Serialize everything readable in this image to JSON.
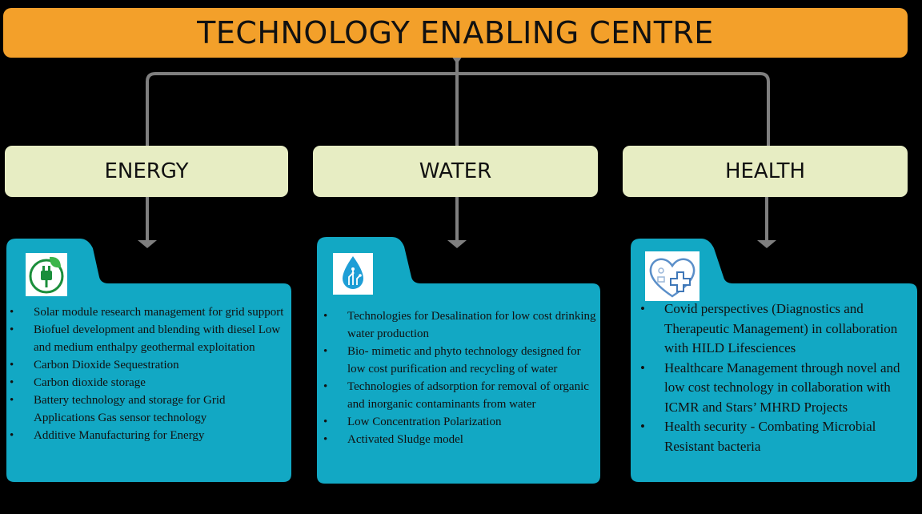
{
  "title": "TECHNOLOGY ENABLING CENTRE",
  "categories": [
    {
      "label": "ENERGY",
      "icon": "energy-plug-icon",
      "items": [
        "Solar module research management for grid support",
        "Biofuel development and blending with diesel Low and medium enthalpy geothermal exploitation",
        "Carbon Dioxide Sequestration",
        "Carbon dioxide storage",
        "Battery technology and storage for Grid Applications Gas sensor technology",
        "Additive Manufacturing for Energy"
      ]
    },
    {
      "label": "WATER",
      "icon": "water-drop-icon",
      "items": [
        "Technologies for Desalination for low cost drinking water production",
        "Bio- mimetic and phyto technology designed for low cost purification and recycling of water",
        "Technologies of adsorption for removal of organic and inorganic contaminants from water",
        "Low Concentration Polarization",
        "Activated Sludge model"
      ]
    },
    {
      "label": "HEALTH",
      "icon": "health-heart-icon",
      "items": [
        "Covid perspectives (Diagnostics and Therapeutic Management) in collaboration with HILD Lifesciences",
        "Healthcare Management through novel and low cost technology in collaboration with ICMR and Stars’ MHRD Projects",
        "Health security - Combating Microbial Resistant bacteria"
      ]
    }
  ],
  "colors": {
    "title_bg": "#F3A02A",
    "category_bg": "#E7EDC3",
    "panel_bg": "#12A8C4",
    "connector": "#7F7F7F"
  }
}
